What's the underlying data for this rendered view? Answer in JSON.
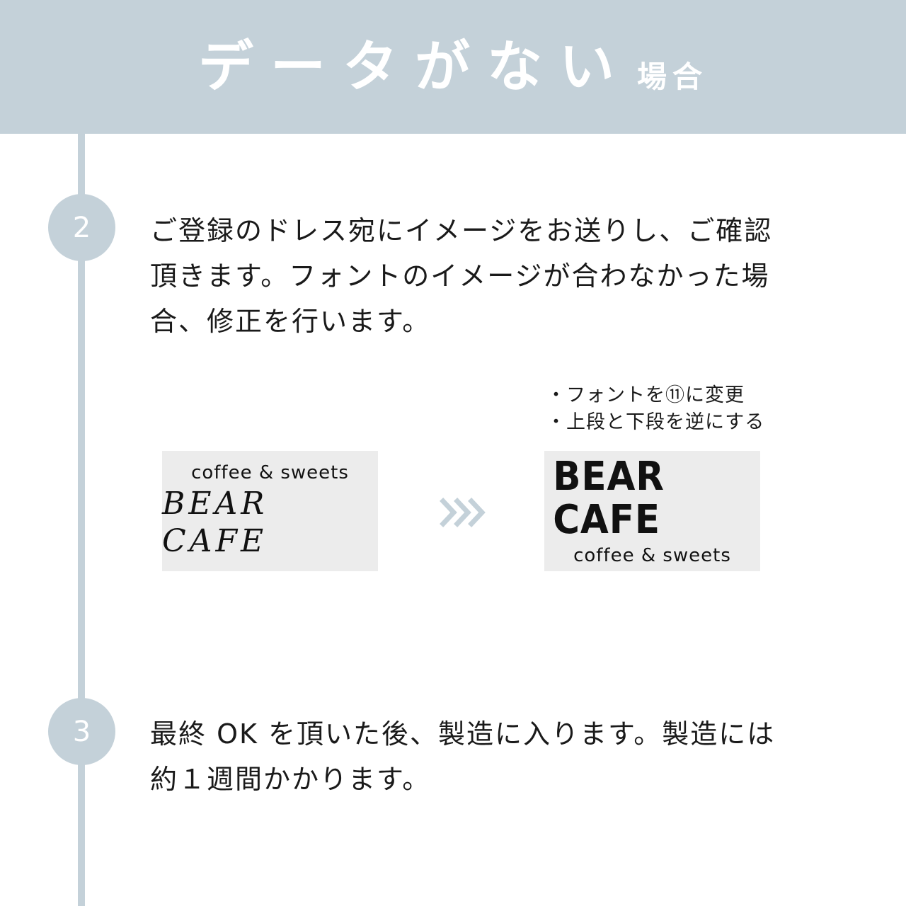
{
  "header": {
    "title": "データがない",
    "subtitle": "場合",
    "background": "#c4d1d9",
    "text_color": "#ffffff"
  },
  "accent": "#c4d1d9",
  "steps": [
    {
      "number": "2",
      "lines": [
        "ご登録のドレス宛にイメージをお送りし、ご確認",
        "頂きます。フォントのイメージが合わなかった場",
        "合、修正を行います。"
      ]
    },
    {
      "number": "3",
      "lines": [
        "最終 OK を頂いた後、製造に入ります。製造には",
        "約１週間かかります。"
      ]
    }
  ],
  "notes": [
    "フォントを⑪に変更",
    "上段と下段を逆にする"
  ],
  "samples": {
    "before": {
      "sub": "coffee & sweets",
      "brand": "BEAR CAFE"
    },
    "after": {
      "brand": "BEAR CAFE",
      "sub": "coffee & sweets"
    },
    "background": "#ececec"
  },
  "arrow_icon": "triple-chevron-right-icon"
}
